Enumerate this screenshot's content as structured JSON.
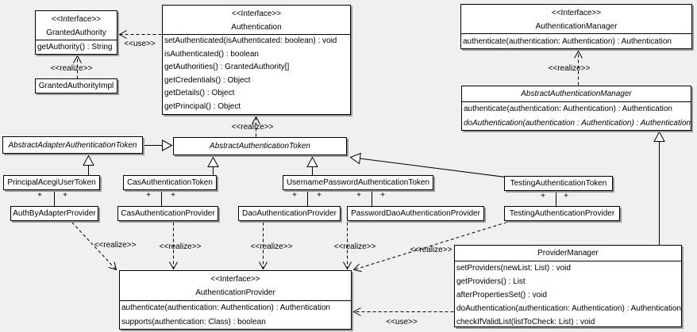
{
  "diagram": {
    "type": "uml-class-diagram",
    "colors": {
      "background": "#f0f0f0",
      "box_fill": "#ffffff",
      "line": "#000000",
      "shadow": "#999999"
    }
  },
  "labels": {
    "realize": "<<realize>>",
    "use": "<<use>>",
    "plus": "+"
  },
  "classes": {
    "granted_authority": {
      "stereotype": "<<Interface>>",
      "name": "GrantedAuthority",
      "methods": [
        "getAuthority() : String"
      ]
    },
    "granted_authority_impl": {
      "name": "GrantedAuthorityImpl"
    },
    "authentication": {
      "stereotype": "<<Interface>>",
      "name": "Authentication",
      "methods": [
        "setAuthenticated(isAuthenticated: boolean) : void",
        "isAuthenticated() : boolean",
        "getAuthorities() : GrantedAuthority[]",
        "getCredentials() : Object",
        "getDetails() : Object",
        "getPrincipal() : Object"
      ]
    },
    "authentication_manager": {
      "stereotype": "<<Interface>>",
      "name": "AuthenticationManager",
      "methods": [
        "authenticate(authentication: Authentication) : Authentication"
      ]
    },
    "abstract_authentication_manager": {
      "name": "AbstractAuthenticationManager",
      "methods": [
        "authenticate(authentication: Authentication) : Authentication",
        "doAuthentication(authentication : Authentication) : Authentication"
      ]
    },
    "abstract_adapter_authentication_token": {
      "name": "AbstractAdapterAuthenticationToken"
    },
    "abstract_authentication_token": {
      "name": "AbstractAuthenticationToken"
    },
    "principal_acegi_user_token": {
      "name": "PrincipalAcegiUserToken"
    },
    "cas_authentication_token": {
      "name": "CasAuthenticationToken"
    },
    "username_password_authentication_token": {
      "name": "UsernamePasswordAuthenticationToken"
    },
    "testing_authentication_token": {
      "name": "TestingAuthenticationToken"
    },
    "auth_by_adapter_provider": {
      "name": "AuthByAdapterProvider"
    },
    "cas_authentication_provider": {
      "name": "CasAuthenticationProvider"
    },
    "dao_authentication_provider": {
      "name": "DaoAuthenticationProvider"
    },
    "password_dao_authentication_provider": {
      "name": "PasswordDaoAuthenticationProvider"
    },
    "testing_authentication_provider": {
      "name": "TestingAuthenticationProvider"
    },
    "authentication_provider": {
      "stereotype": "<<Interface>>",
      "name": "AuthenticationProvider",
      "methods": [
        "authenticate(authentication: Authentication) : Authentication",
        "supports(authentication: Class) : boolean"
      ]
    },
    "provider_manager": {
      "name": "ProviderManager",
      "methods": [
        "setProviders(newList: List) : void",
        "getProviders() : List",
        "afterPropertiesSet() : void",
        "doAuthentication(authentication: Authentication) : Authentication",
        "checkIfValidList(listToCheck: List) : void"
      ]
    }
  }
}
